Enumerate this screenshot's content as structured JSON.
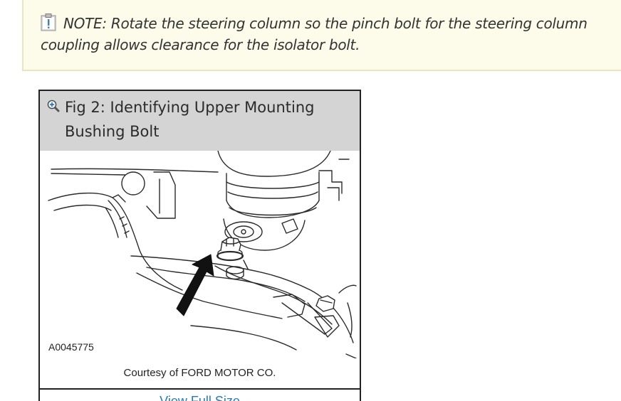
{
  "note": {
    "icon": "note-clipboard-icon",
    "text": "NOTE: Rotate the steering column so the pinch bolt for the steering column coupling allows clearance for the isolator bolt."
  },
  "figure": {
    "zoom_icon": "zoom-in-icon",
    "title": "Fig 2: Identifying Upper Mounting Bushing Bolt",
    "image_code": "A0045775",
    "caption": "Courtesy of FORD MOTOR CO.",
    "link_label": "View Full Size"
  }
}
